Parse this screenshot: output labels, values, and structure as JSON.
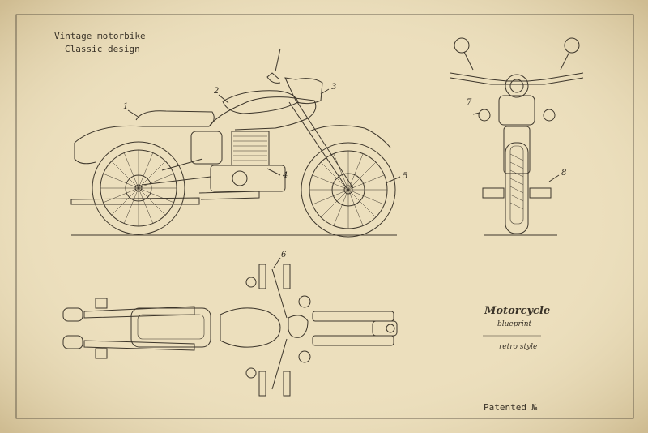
{
  "header": {
    "line1": "Vintage motorbike",
    "line2": "Classic design"
  },
  "legend": {
    "title": "Motorcycle",
    "subtitle": "blueprint",
    "style": "retro style"
  },
  "patent": "Patented №",
  "parts": [
    "1",
    "2",
    "3",
    "4",
    "5",
    "6",
    "7",
    "8"
  ],
  "colors": {
    "paper": "#e9dcb8",
    "ink": "#3a3328"
  }
}
